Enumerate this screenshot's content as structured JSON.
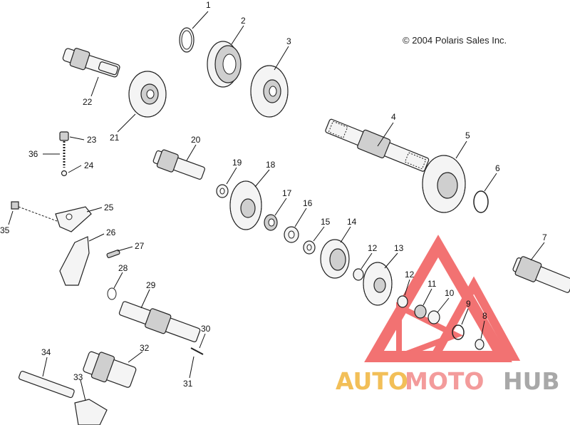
{
  "copyright": "© 2004 Polaris Sales Inc.",
  "watermark": {
    "part1": "AUTO",
    "part2": "MOTO",
    "part3": "HUB",
    "color1": "#f0b43c",
    "color2": "#f28a8a",
    "color3": "#9a9a9a",
    "logo_color": "#f05050"
  },
  "callouts": {
    "c1": "1",
    "c2": "2",
    "c3": "3",
    "c4": "4",
    "c5": "5",
    "c6": "6",
    "c7": "7",
    "c8": "8",
    "c9": "9",
    "c10": "10",
    "c11": "11",
    "c12a": "12",
    "c12b": "12",
    "c13": "13",
    "c14": "14",
    "c15": "15",
    "c16": "16",
    "c17": "17",
    "c18": "18",
    "c19": "19",
    "c20": "20",
    "c21": "21",
    "c22": "22",
    "c23": "23",
    "c24": "24",
    "c25": "25",
    "c26": "26",
    "c27": "27",
    "c28": "28",
    "c29": "29",
    "c30": "30",
    "c31": "31",
    "c32": "32",
    "c33": "33",
    "c34": "34",
    "c35": "35",
    "c36": "36"
  }
}
